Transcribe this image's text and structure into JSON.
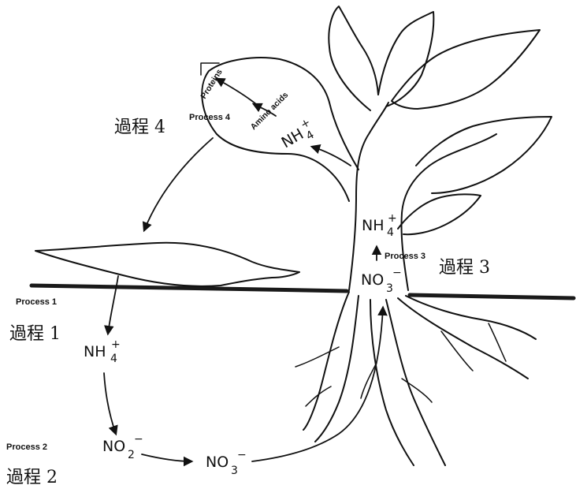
{
  "process_labels": {
    "p1_en": "Process 1",
    "p1_zh": "過程 1",
    "p2_en": "Process 2",
    "p2_zh": "過程 2",
    "p3_en": "Process 3",
    "p3_zh": "過程 3",
    "p4_en": "Process 4",
    "p4_zh": "過程 4"
  },
  "chemicals": {
    "nh4_base": "NH",
    "nh4_sub": "4",
    "nh4_sup": "+",
    "no2_base": "NO",
    "no2_sub": "2",
    "no2_sup": "−",
    "no3_base": "NO",
    "no3_sub": "3",
    "no3_sup": "−"
  },
  "leaf_labels": {
    "proteins": "Proteins",
    "amino_acids": "Amino acids"
  }
}
